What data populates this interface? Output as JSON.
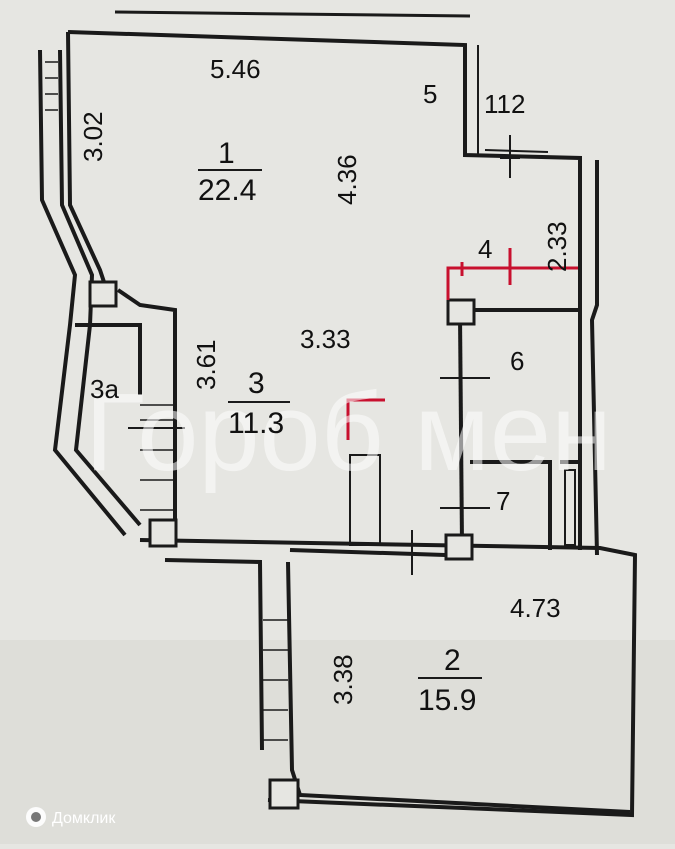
{
  "floor_plan": {
    "rooms": [
      {
        "id": "room-1",
        "number": "1",
        "area": "22.4",
        "dims": [
          "5.46",
          "4.36",
          "3.02"
        ]
      },
      {
        "id": "room-2",
        "number": "2",
        "area": "15.9",
        "dims": [
          "4.73",
          "3.38"
        ]
      },
      {
        "id": "room-3",
        "number": "3",
        "area": "11.3",
        "dims": [
          "3.61",
          "3.33"
        ]
      },
      {
        "id": "room-3a",
        "number": "3а"
      },
      {
        "id": "room-4",
        "number": "4",
        "dims": [
          "2.33"
        ]
      },
      {
        "id": "room-5",
        "number": "5",
        "dims": [
          "112"
        ]
      },
      {
        "id": "room-6",
        "number": "6"
      },
      {
        "id": "room-7",
        "number": "7"
      }
    ],
    "watermark": "Гороб мен",
    "source_badge": "Домклик",
    "colors": {
      "wall": "#1a1a1a",
      "paper": "#e6e6e2",
      "accent_red": "#c8102e"
    }
  }
}
